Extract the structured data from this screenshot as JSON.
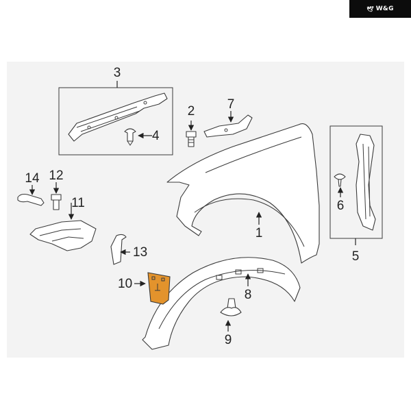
{
  "brand": {
    "logo_text": "W&G",
    "logo_icon": "wings-icon"
  },
  "highlight_color": "#e3932c",
  "callouts": {
    "c1": "1",
    "c2": "2",
    "c3": "3",
    "c4": "4",
    "c5": "5",
    "c6": "6",
    "c7": "7",
    "c8": "8",
    "c9": "9",
    "c10": "10",
    "c11": "11",
    "c12": "12",
    "c13": "13",
    "c14": "14"
  }
}
